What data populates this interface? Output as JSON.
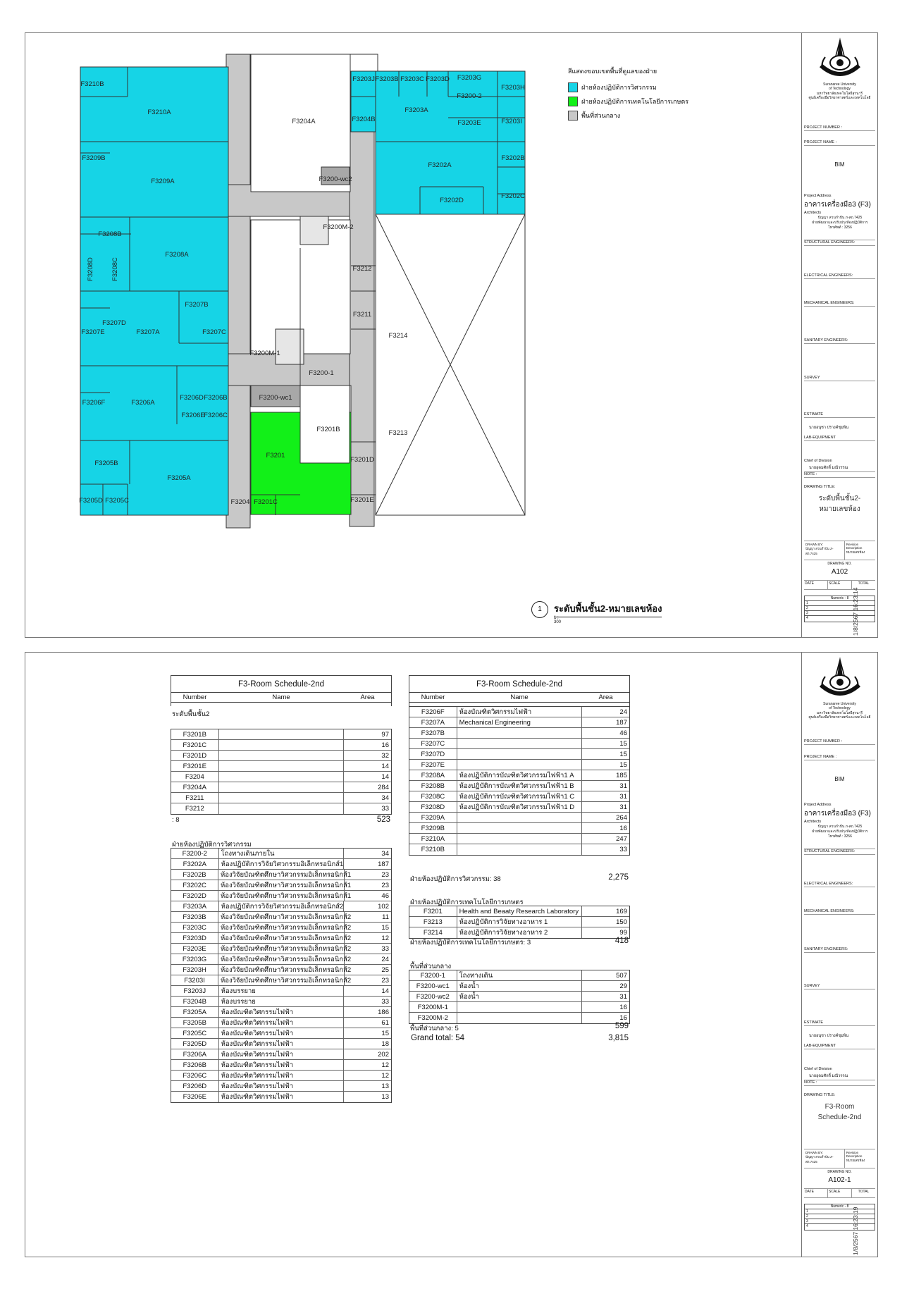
{
  "legend": {
    "title": "สีแสดงขอบเขตพื้นที่ดูแลของฝ่าย",
    "items": [
      {
        "label": "ฝ่ายห้องปฏิบัติการวิศวกรรม",
        "color": "#16d4e6"
      },
      {
        "label": "ฝ่ายห้องปฏิบัติการเทคโนโลยีการเกษตร",
        "color": "#12f018"
      },
      {
        "label": "พื้นที่ส่วนกลาง",
        "color": "#c8c8c8"
      }
    ]
  },
  "plan_rooms": [
    "F3210B",
    "F3210A",
    "F3209B",
    "F3209A",
    "F3208B",
    "F3208A",
    "F3208D",
    "F3208C",
    "F3207B",
    "F3207D",
    "F3207E",
    "F3207A",
    "F3207C",
    "F3206D",
    "F3206B",
    "F3206F",
    "F3206A",
    "F3206E",
    "F3206C",
    "F3205B",
    "F3205A",
    "F3205D",
    "F3205C",
    "F3204A",
    "F3200-wc2",
    "F3200M-2",
    "F3212",
    "F3211",
    "F3200M-1",
    "F3200-1",
    "F3200-wc1",
    "F3201B",
    "F3201",
    "F3201D",
    "F3201E",
    "F3204",
    "F3201C",
    "F3203J",
    "F3203B",
    "F3203C",
    "F3203D",
    "F3203G",
    "F3203H",
    "F3200-2",
    "F3204B",
    "F3203A",
    "F3203E",
    "F3203I",
    "F3202A",
    "F3202B",
    "F3202C",
    "F3202D",
    "F3214",
    "F3213"
  ],
  "view_title": {
    "number": "1",
    "title": "ระดับพื้นชั้น2-หมายเลขห้อง",
    "scale": "1 : 300"
  },
  "titleblock_common": {
    "uni_lines": [
      "Suranaree University",
      "of Technology",
      "มหาวิทยาลัยเทคโนโลยีสุรนารี",
      "ศูนย์เครื่องมือวิทยาศาสตร์และเทคโนโลยี"
    ],
    "project_number_label": "PROJECT NUMBER :",
    "project_name_label": "PROJECT NAME :",
    "project_name": "BIM",
    "address_label": "Project Address",
    "address": "อาคารเครื่องมือ3 (F3)",
    "architects_label": "Architects",
    "architects_lines": [
      "ปัญญา สวนกำปัน ภ-สถ.7425",
      "ฝ่ายพัฒนาและปรับปรุงห้องปฏิบัติการ",
      "โทรศัพท์ : 3256"
    ],
    "structural": "STRUCTURAL ENGINEERS:",
    "electrical": "ELECTRICAL ENGINEERS:",
    "mechanical": "MECHANICAL ENGINEERS:",
    "sanitary": "SANITARY ENGINEERS:",
    "survey": "SURVEY",
    "estimate_label": "ESTIMATE",
    "estimate": "นายอนุชา ปรางค์ชุมพิน",
    "lab_label": "LAB-EQUIPMENT",
    "chief_label": "Chief of Division",
    "chief": "นายอุดมศักดิ์ มณีวรรณ",
    "note_label": "NOTE :",
    "drawing_title_label": "DRAWING TITLE:",
    "drawn_by_label": "DRAWN BY:",
    "drawn_by": "ปัญญา สวนกำปัน ภ-สถ.7425",
    "revision_label": "Revision Description",
    "revision_value": "หมายเลขห้อง",
    "drawing_no_label": "DRAWING NO.",
    "date_label": "DATE",
    "scale_label": "SCALE",
    "total_label": "TOTAL",
    "numeric": "Numeric - 8",
    "rev_rows": [
      "1",
      "2",
      "3",
      "4"
    ]
  },
  "sheet1": {
    "drawing_title": [
      "ระดับพื้นชั้น2-",
      "หมายเลขห้อง"
    ],
    "drawing_no": "A102",
    "stamp": "1/8/2567 16:23:14"
  },
  "sheet2": {
    "drawing_title": [
      "F3-Room",
      "Schedule-2nd"
    ],
    "drawing_no": "A102-1",
    "stamp": "1/8/2567 16:23:19"
  },
  "schedule": {
    "title": "F3-Room Schedule-2nd",
    "headers": [
      "Number",
      "Name",
      "Area"
    ],
    "left_level": "ระดับพื้นชั้น2",
    "level_rows": [
      [
        "F3201B",
        "",
        "97"
      ],
      [
        "F3201C",
        "",
        "16"
      ],
      [
        "F3201D",
        "",
        "32"
      ],
      [
        "F3201E",
        "",
        "14"
      ],
      [
        "F3204",
        "",
        "14"
      ],
      [
        "F3204A",
        "",
        "284"
      ],
      [
        "F3211",
        "",
        "34"
      ],
      [
        "F3212",
        "",
        "33"
      ]
    ],
    "level_total_label": ": 8",
    "level_total": "523",
    "eng_group": "ฝ่ายห้องปฏิบัติการวิศวกรรม",
    "eng_rows_left": [
      [
        "F3200-2",
        "โถงทางเดินภายใน",
        "34"
      ],
      [
        "F3202A",
        "ห้องปฏิบัติการวิจัยวิศวกรรมอิเล็กทรอนิกส์1",
        "187"
      ],
      [
        "F3202B",
        "ห้องวิจัยบัณฑิตศึกษาวิศวกรรมอิเล็กทรอนิกส์1",
        "23"
      ],
      [
        "F3202C",
        "ห้องวิจัยบัณฑิตศึกษาวิศวกรรมอิเล็กทรอนิกส์1",
        "23"
      ],
      [
        "F3202D",
        "ห้องวิจัยบัณฑิตศึกษาวิศวกรรมอิเล็กทรอนิกส์1",
        "46"
      ],
      [
        "F3203A",
        "ห้องปฏิบัติการวิจัยวิศวกรรมอิเล็กทรอนิกส์2",
        "102"
      ],
      [
        "F3203B",
        "ห้องวิจัยบัณฑิตศึกษาวิศวกรรมอิเล็กทรอนิกส์2",
        "11"
      ],
      [
        "F3203C",
        "ห้องวิจัยบัณฑิตศึกษาวิศวกรรมอิเล็กทรอนิกส์2",
        "15"
      ],
      [
        "F3203D",
        "ห้องวิจัยบัณฑิตศึกษาวิศวกรรมอิเล็กทรอนิกส์2",
        "12"
      ],
      [
        "F3203E",
        "ห้องวิจัยบัณฑิตศึกษาวิศวกรรมอิเล็กทรอนิกส์2",
        "33"
      ],
      [
        "F3203G",
        "ห้องวิจัยบัณฑิตศึกษาวิศวกรรมอิเล็กทรอนิกส์2",
        "24"
      ],
      [
        "F3203H",
        "ห้องวิจัยบัณฑิตศึกษาวิศวกรรมอิเล็กทรอนิกส์2",
        "25"
      ],
      [
        "F3203I",
        "ห้องวิจัยบัณฑิตศึกษาวิศวกรรมอิเล็กทรอนิกส์2",
        "23"
      ],
      [
        "F3203J",
        "ห้องบรรยาย",
        "14"
      ],
      [
        "F3204B",
        "ห้องบรรยาย",
        "33"
      ],
      [
        "F3205A",
        "ห้องบัณฑิตวิศกรรมไฟฟ้า",
        "186"
      ],
      [
        "F3205B",
        "ห้องบัณฑิตวิศกรรมไฟฟ้า",
        "61"
      ],
      [
        "F3205C",
        "ห้องบัณฑิตวิศกรรมไฟฟ้า",
        "15"
      ],
      [
        "F3205D",
        "ห้องบัณฑิตวิศกรรมไฟฟ้า",
        "18"
      ],
      [
        "F3206A",
        "ห้องบัณฑิตวิศกรรมไฟฟ้า",
        "202"
      ],
      [
        "F3206B",
        "ห้องบัณฑิตวิศกรรมไฟฟ้า",
        "12"
      ],
      [
        "F3206C",
        "ห้องบัณฑิตวิศกรรมไฟฟ้า",
        "12"
      ],
      [
        "F3206D",
        "ห้องบัณฑิตวิศกรรมไฟฟ้า",
        "13"
      ],
      [
        "F3206E",
        "ห้องบัณฑิตวิศกรรมไฟฟ้า",
        "13"
      ]
    ],
    "eng_rows_right": [
      [
        "F3206F",
        "ห้องบัณฑิตวิศกรรมไฟฟ้า",
        "24"
      ],
      [
        "F3207A",
        "Mechanical Engineering",
        "187"
      ],
      [
        "F3207B",
        "",
        "46"
      ],
      [
        "F3207C",
        "",
        "15"
      ],
      [
        "F3207D",
        "",
        "15"
      ],
      [
        "F3207E",
        "",
        "15"
      ],
      [
        "F3208A",
        "ห้องปฏิบัติการบัณฑิตวิศวกรรมไฟฟ้า1 A",
        "185"
      ],
      [
        "F3208B",
        "ห้องปฏิบัติการบัณฑิตวิศวกรรมไฟฟ้า1 B",
        "31"
      ],
      [
        "F3208C",
        "ห้องปฏิบัติการบัณฑิตวิศวกรรมไฟฟ้า1 C",
        "31"
      ],
      [
        "F3208D",
        "ห้องปฏิบัติการบัณฑิตวิศวกรรมไฟฟ้า1 D",
        "31"
      ],
      [
        "F3209A",
        "",
        "264"
      ],
      [
        "F3209B",
        "",
        "16"
      ],
      [
        "F3210A",
        "",
        "247"
      ],
      [
        "F3210B",
        "",
        "33"
      ]
    ],
    "eng_total_label": "ฝ่ายห้องปฏิบัติการวิศวกรรม: 38",
    "eng_total": "2,275",
    "agri_group": "ฝ่ายห้องปฏิบัติการเทคโนโลยีการเกษตร",
    "agri_rows": [
      [
        "F3201",
        "Health and Beaaty Research Laboratory",
        "169"
      ],
      [
        "F3213",
        "ห้องปฏิบัติการวิจัยทางอาหาร 1",
        "150"
      ],
      [
        "F3214",
        "ห้องปฏิบัติการวิจัยทางอาหาร 2",
        "99"
      ]
    ],
    "agri_total_label": "ฝ่ายห้องปฏิบัติการเทคโนโลยีการเกษตร: 3",
    "agri_total": "418",
    "common_group": "พื้นที่ส่วนกลาง",
    "common_rows": [
      [
        "F3200-1",
        "โถงทางเดิน",
        "507"
      ],
      [
        "F3200-wc1",
        "ห้องน้ำ",
        "29"
      ],
      [
        "F3200-wc2",
        "ห้องน้ำ",
        "31"
      ],
      [
        "F3200M-1",
        "",
        "16"
      ],
      [
        "F3200M-2",
        "",
        "16"
      ]
    ],
    "common_total_label": "พื้นที่ส่วนกลาง: 5",
    "common_total": "599",
    "grand_label": "Grand total: 54",
    "grand_total": "3,815"
  }
}
